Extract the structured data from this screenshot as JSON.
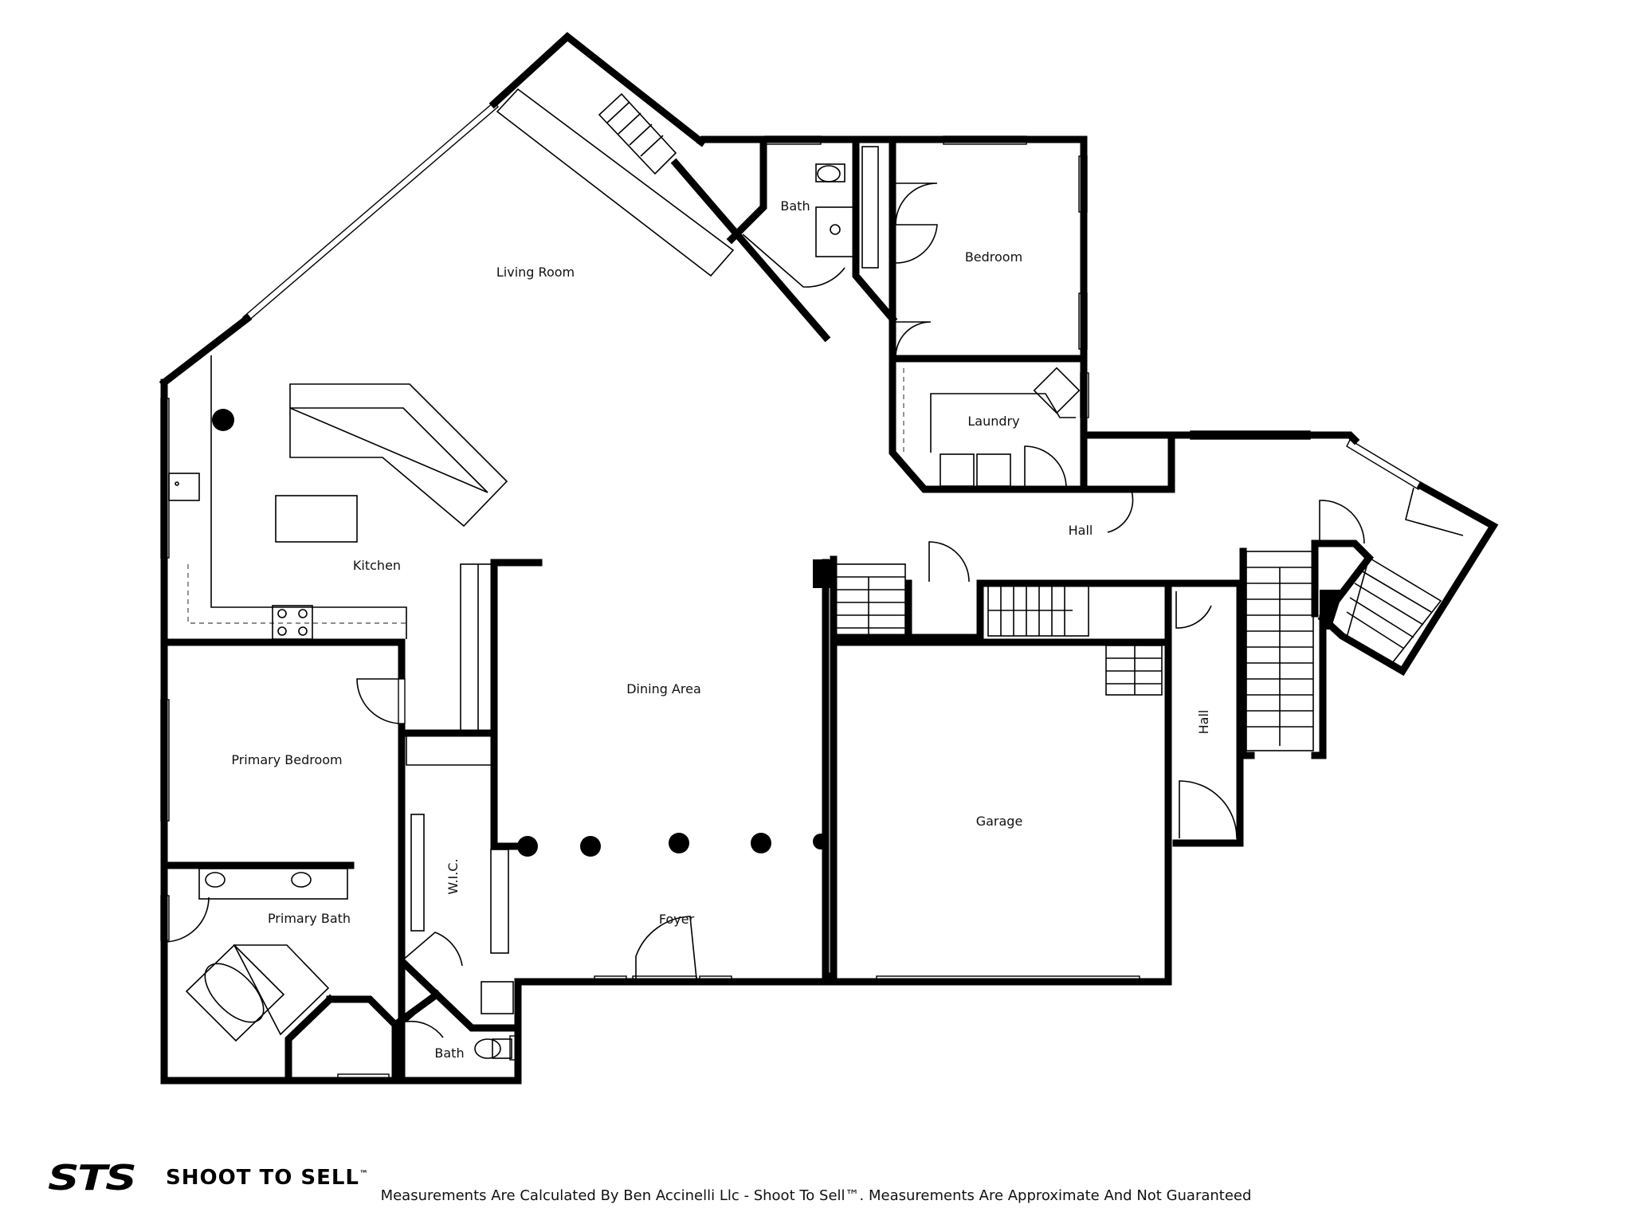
{
  "rooms": {
    "living_room": "Living Room",
    "kitchen": "Kitchen",
    "bath_upper": "Bath",
    "bedroom": "Bedroom",
    "laundry": "Laundry",
    "hall_upper": "Hall",
    "dining_area": "Dining Area",
    "primary_bedroom": "Primary Bedroom",
    "wic": "W.I.C.",
    "primary_bath": "Primary Bath",
    "foyer": "Foyer",
    "bath_lower": "Bath",
    "garage": "Garage",
    "hall_side": "Hall"
  },
  "footer": {
    "logo_mark": "STS",
    "logo_name": "SHOOT TO SELL",
    "trademark": "™",
    "disclaimer": "Measurements Are Calculated By Ben Accinelli Llc - Shoot To Sell™. Measurements Are Approximate And Not Guaranteed"
  },
  "icons": {
    "logo": "sts-logo-icon",
    "column": "column-icon",
    "door": "door-swing-icon",
    "stairs": "stairs-icon",
    "window": "window-icon",
    "sink": "sink-icon",
    "toilet": "toilet-icon",
    "tub": "bathtub-icon",
    "stove": "stove-icon"
  }
}
